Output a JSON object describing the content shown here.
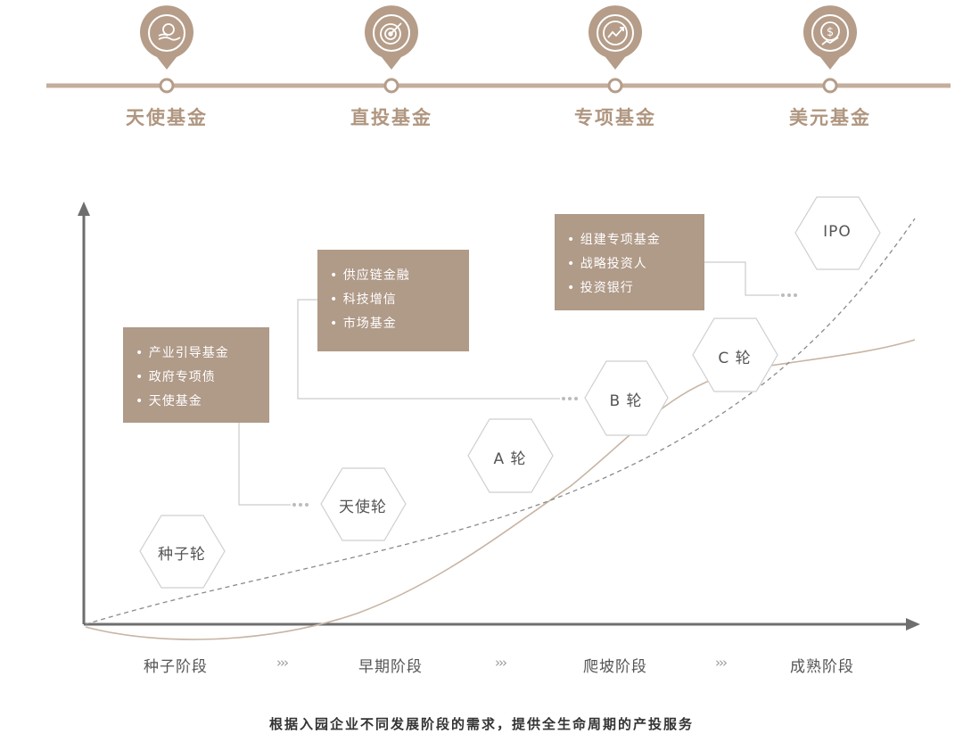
{
  "funds": [
    {
      "label": "天使基金",
      "icon": "handshake-coin-icon"
    },
    {
      "label": "直投基金",
      "icon": "target-icon"
    },
    {
      "label": "专项基金",
      "icon": "trend-up-icon"
    },
    {
      "label": "美元基金",
      "icon": "dollar-coin-icon"
    }
  ],
  "boxes": [
    {
      "items": [
        "产业引导基金",
        "政府专项债",
        "天使基金"
      ]
    },
    {
      "items": [
        "供应链金融",
        "科技增信",
        "市场基金"
      ]
    },
    {
      "items": [
        "组建专项基金",
        "战略投资人",
        "投资银行"
      ]
    }
  ],
  "rounds": [
    "种子轮",
    "天使轮",
    "A 轮",
    "B 轮",
    "C 轮",
    "IPO"
  ],
  "stages": [
    "种子阶段",
    "早期阶段",
    "爬坡阶段",
    "成熟阶段"
  ],
  "chevron": "›››",
  "footer": "根据入园企业不同发展阶段的需求，提供全生命周期的产投服务",
  "colors": {
    "accent": "#b09a88",
    "line": "#c8b4a3",
    "axis": "#6e6e6e"
  }
}
